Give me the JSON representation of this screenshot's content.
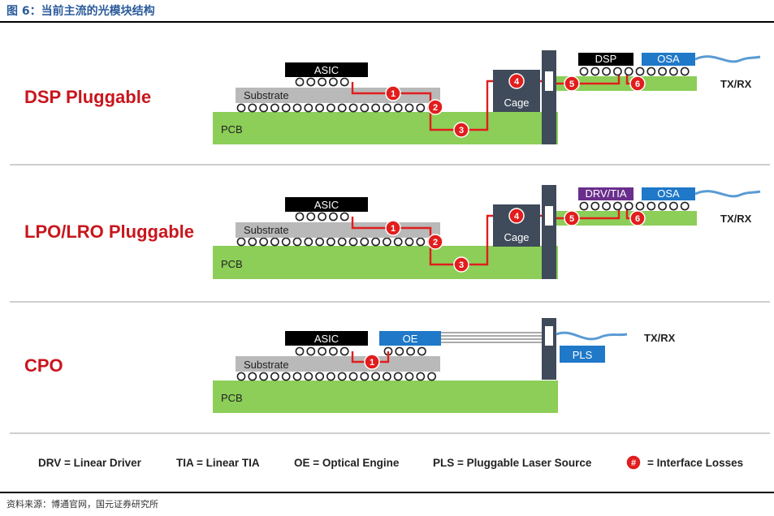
{
  "header": {
    "title": "图 6：当前主流的光模块结构"
  },
  "footer": {
    "source": "资料来源：博通官网，国元证券研究所"
  },
  "colors": {
    "pcb": "#8cce58",
    "substrate": "#b9b9b9",
    "chip": "#000000",
    "cage": "#3f4a5a",
    "osa": "#1f78c8",
    "drv_tia": "#6a2e8c",
    "loss_path": "#e11d1d",
    "label_red": "#c8161d",
    "fiber": "#5a9bd4"
  },
  "sections": [
    {
      "name": "DSP Pluggable",
      "labels": {
        "asic": "ASIC",
        "substrate": "Substrate",
        "pcb": "PCB",
        "cage": "Cage",
        "chip2": "DSP",
        "optics": "OSA",
        "port": "TX/RX"
      },
      "losses": [
        "1",
        "2",
        "3",
        "4",
        "5",
        "6"
      ]
    },
    {
      "name": "LPO/LRO Pluggable",
      "labels": {
        "asic": "ASIC",
        "substrate": "Substrate",
        "pcb": "PCB",
        "cage": "Cage",
        "chip2": "DRV/TIA",
        "optics": "OSA",
        "port": "TX/RX"
      },
      "losses": [
        "1",
        "2",
        "3",
        "4",
        "5",
        "6"
      ]
    },
    {
      "name": "CPO",
      "labels": {
        "asic": "ASIC",
        "substrate": "Substrate",
        "pcb": "PCB",
        "engine": "OE",
        "laser": "PLS",
        "port": "TX/RX"
      },
      "losses": [
        "1"
      ]
    }
  ],
  "legend": [
    {
      "text": "DRV = Linear Driver"
    },
    {
      "text": "TIA = Linear TIA"
    },
    {
      "text": "OE = Optical Engine"
    },
    {
      "text": "PLS = Pluggable Laser Source"
    },
    {
      "symbol": "#",
      "text": "= Interface Losses"
    }
  ]
}
